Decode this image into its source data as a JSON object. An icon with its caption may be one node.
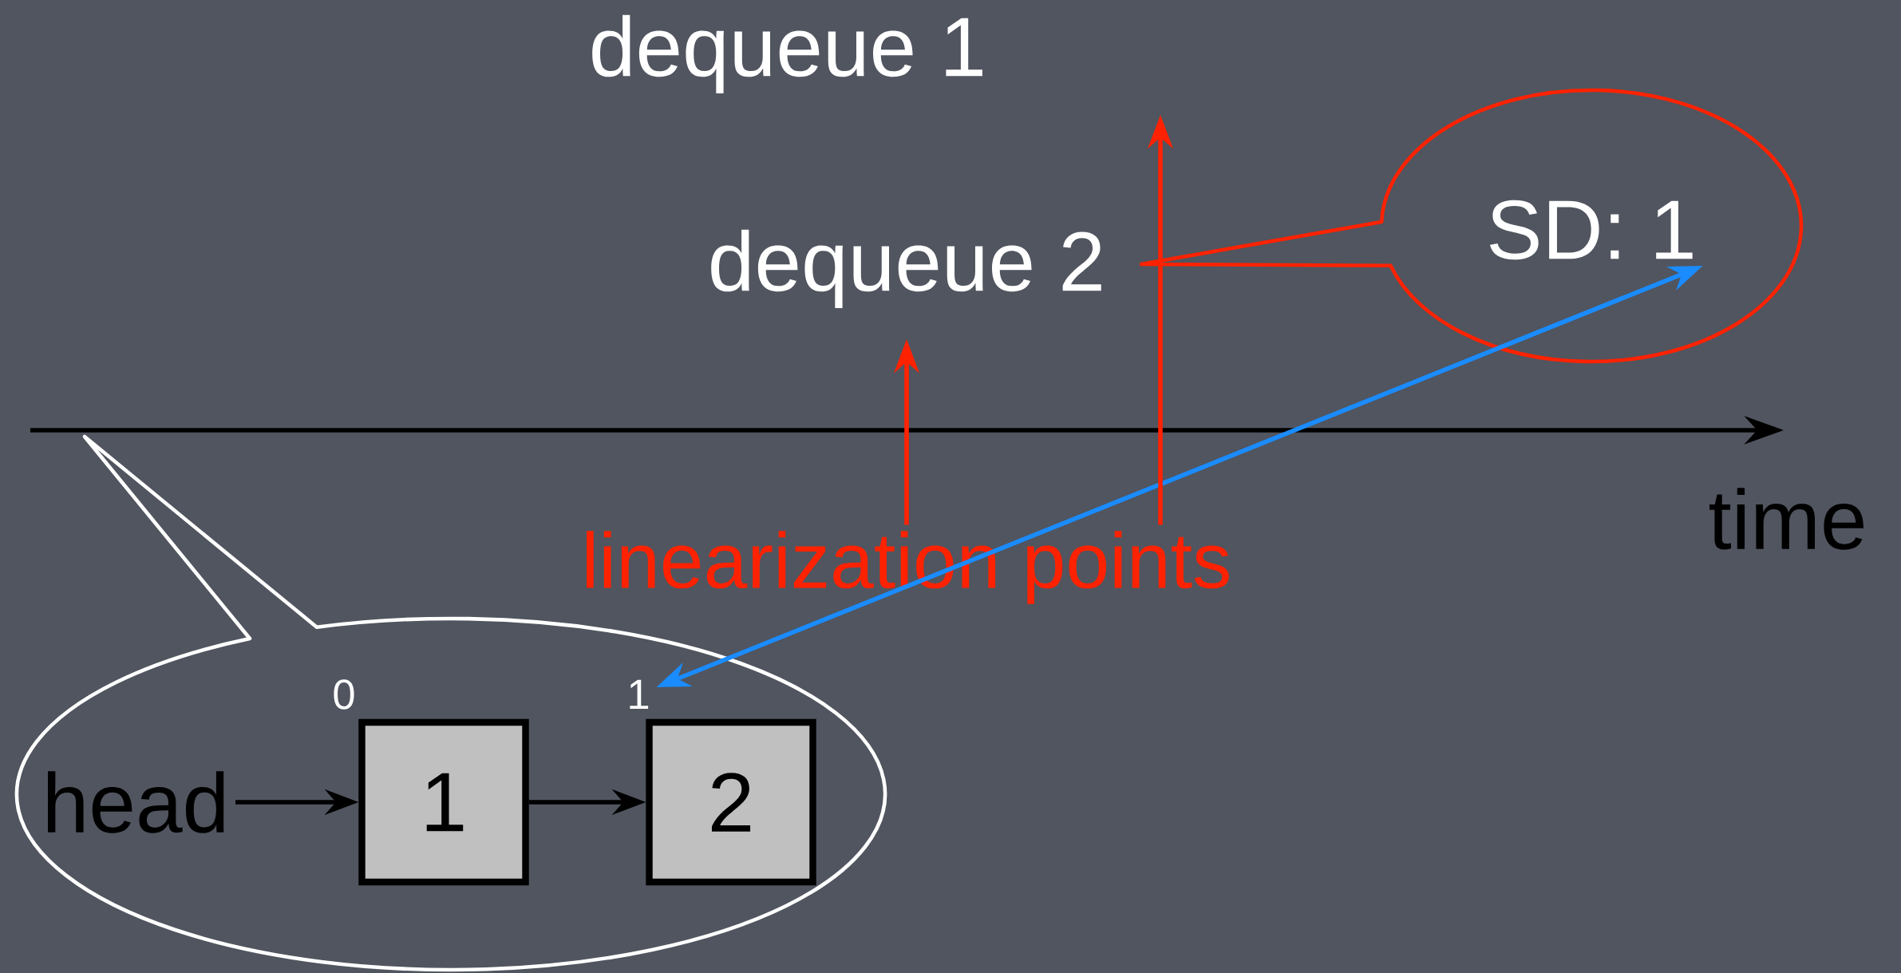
{
  "diagram": {
    "nodes": [
      {
        "text": [
          "SD: 1"
        ]
      },
      {
        "text": [],
        "shape": "circle"
      },
      {
        "text": [
          "head"
        ],
        "in": 1
      },
      {
        "text": [
          "0"
        ],
        "in": 1
      },
      {
        "text": [
          "1"
        ],
        "in": 1
      },
      {
        "text": [
          "1"
        ],
        "in": 1
      },
      {
        "text": [
          "2"
        ],
        "in": 1
      },
      {
        "text": [
          "linearization points"
        ]
      }
    ],
    "edges": [
      {
        "from": 2,
        "to": 5,
        "arrow": "to",
        "color": "#000000"
      },
      {
        "from": 5,
        "to": 6,
        "arrow": "to",
        "color": "#000000"
      },
      {
        "from": 4,
        "to": 0,
        "arrow": "both",
        "color": "#1a8cff"
      },
      {
        "from": 7,
        "to": null,
        "arrow": "to",
        "color": "#ff2200"
      },
      {
        "from": 7,
        "to": null,
        "arrow": "to",
        "color": "#ff2200"
      }
    ],
    "labels": [
      "dequeue 1",
      "dequeue 2",
      "time"
    ]
  }
}
